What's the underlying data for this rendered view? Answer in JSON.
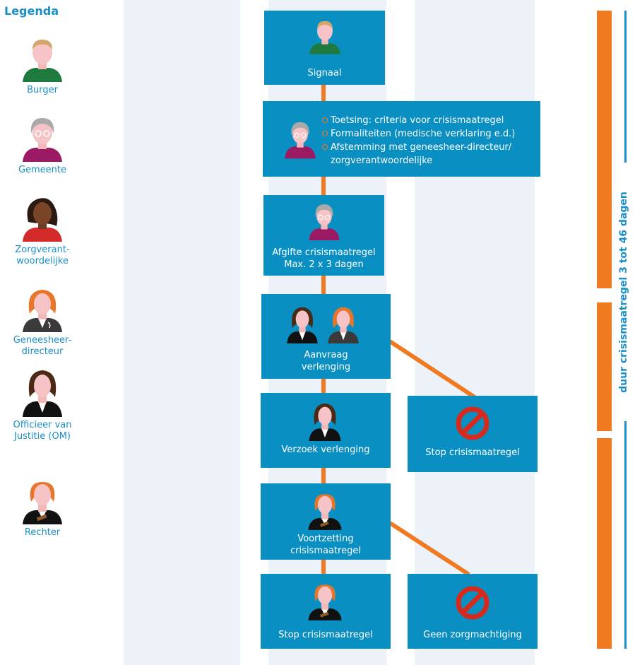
{
  "legend": {
    "title": "Legenda",
    "items": [
      {
        "label": "Burger"
      },
      {
        "label": "Gemeente"
      },
      {
        "label": "Zorgverant-\nwoordelijke"
      },
      {
        "label": "Geneesheer-\ndirecteur"
      },
      {
        "label": "Officieer van\nJustitie (OM)"
      },
      {
        "label": "Rechter"
      }
    ]
  },
  "flow": {
    "signaal": "Signaal",
    "toetsing": {
      "bullets": [
        "Toetsing: criteria voor crisismaatregel",
        "Formaliteiten (medische verklaring e.d.)",
        "Afstemming met geneesheer-directeur/\nzorgverantwoordelijke"
      ]
    },
    "afgifte": "Afgifte crisismaatregel\nMax. 2 x 3 dagen",
    "aanvraag": "Aanvraag\nverlenging",
    "verzoek": "Verzoek verlenging",
    "stop_side": "Stop crisismaatregel",
    "voortzetting": "Voortzetting\ncrisismaatregel",
    "stop_final": "Stop crisismaatregel",
    "geen": "Geen zorgmachtiging"
  },
  "duration_label": "duur crisismaatregel 3 tot 46 dagen",
  "colors": {
    "box": "#0a8fc2",
    "accent_orange": "#f07a22",
    "text_blue": "#1a8fc9",
    "column_bg": "#edf1f8",
    "stop_red": "#d52b1e"
  }
}
